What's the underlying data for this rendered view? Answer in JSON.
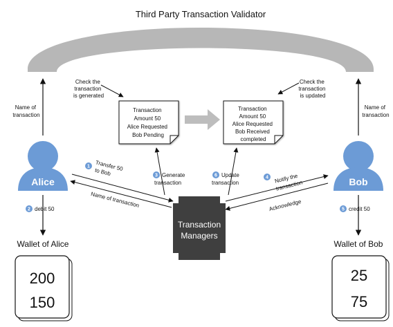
{
  "title": "Third Party Transaction Validator",
  "alice": {
    "name": "Alice",
    "wallet_label": "Wallet of Alice",
    "balances": [
      "200",
      "150"
    ]
  },
  "bob": {
    "name": "Bob",
    "wallet_label": "Wallet of Bob",
    "balances": [
      "25",
      "75"
    ]
  },
  "manager": {
    "label_line1": "Transaction",
    "label_line2": "Managers"
  },
  "doc_left": {
    "lines": [
      "Transaction",
      "Amount 50",
      "Alice Requested",
      "Bob Pending"
    ]
  },
  "doc_right": {
    "lines": [
      "Transaction",
      "Amount 50",
      "Alice Requested",
      "Bob Received",
      "completed"
    ]
  },
  "labels": {
    "name_of_transaction_left": [
      "Name of",
      "transaction"
    ],
    "name_of_transaction_right": [
      "Name of",
      "transaction"
    ],
    "check_generated": [
      "Check the",
      "transaction",
      "is generated"
    ],
    "check_updated": [
      "Check the",
      "transaction",
      "is updated"
    ],
    "name_of_transaction_mid": "Name of transaction",
    "acknowledge": "Acknowledge"
  },
  "steps": [
    {
      "num": "1",
      "lines": [
        "Transfer 50",
        "to Bob"
      ]
    },
    {
      "num": "2",
      "lines": [
        "debit 50"
      ]
    },
    {
      "num": "3",
      "lines": [
        "Generate",
        "transaction"
      ]
    },
    {
      "num": "4",
      "lines": [
        "Notify the",
        "transaction"
      ]
    },
    {
      "num": "5",
      "lines": [
        "credit 50"
      ]
    },
    {
      "num": "6",
      "lines": [
        "Update",
        "transaction"
      ]
    }
  ],
  "colors": {
    "arch": "#b7b7b7",
    "person": "#6c9bd6",
    "manager": "#3f3f3f",
    "step_badge": "#6c9bd6",
    "big_arrow": "#bdbdbd"
  }
}
